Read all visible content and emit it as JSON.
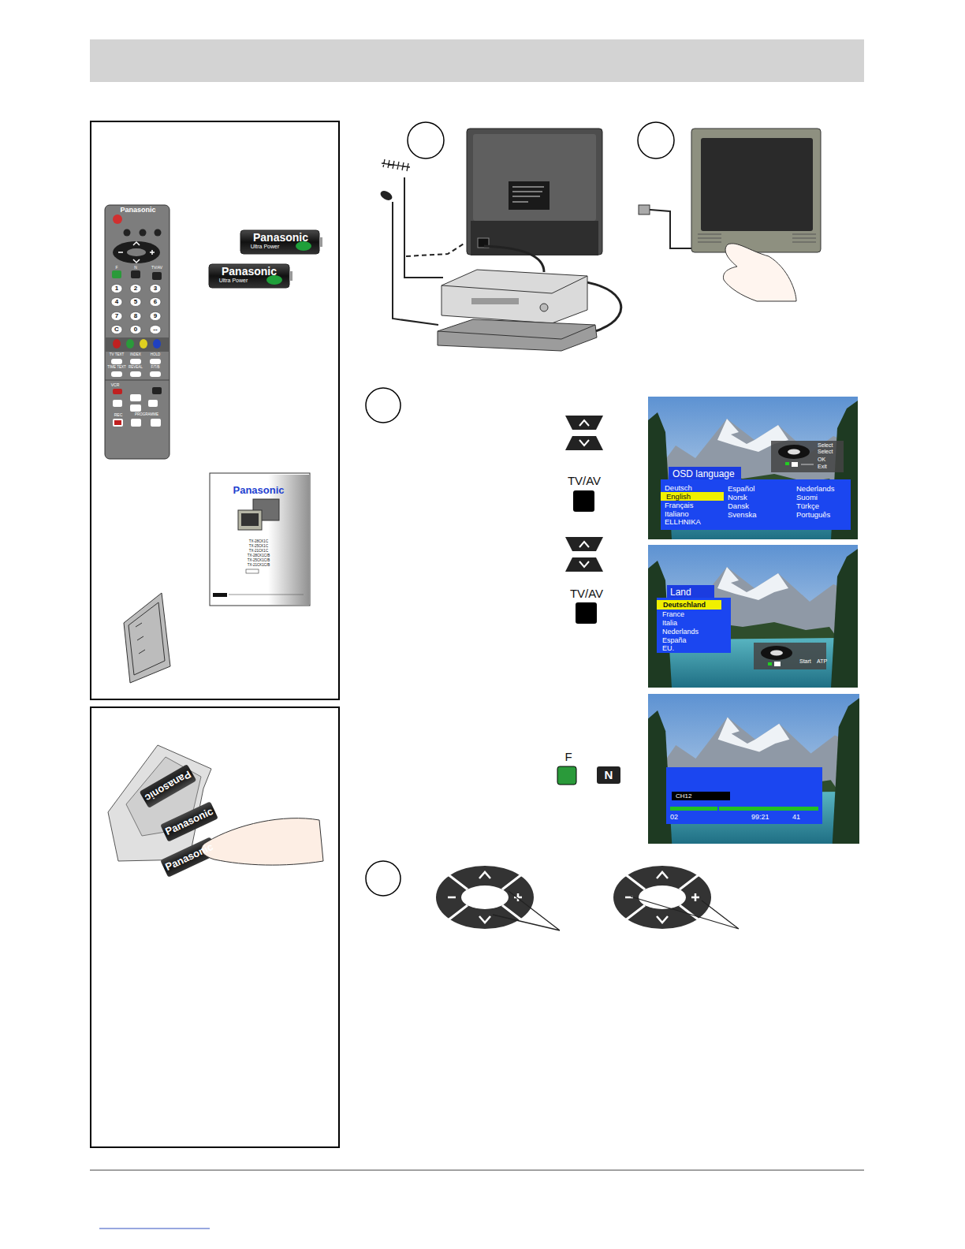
{
  "diagram": {
    "nodes": [
      {
        "text": [
          "OSD language",
          "Deutsch",
          "English",
          "Français",
          "Italiano",
          "ELLHNIKA",
          "Español",
          "Norsk",
          "Dansk",
          "Svenska",
          "Nederlands",
          "Suomi",
          "Türkçe",
          "Português"
        ]
      },
      {
        "text": [
          "Land",
          "Deutschland",
          "France",
          "Italia",
          "Nederlands",
          "España",
          "EU."
        ]
      },
      {
        "text": [
          "CH12",
          "02",
          "99:21",
          "41"
        ]
      },
      {
        "text": [
          "Select",
          "Select",
          "OK",
          "Exit"
        ]
      },
      {
        "text": [
          "Start",
          "ATP"
        ]
      }
    ],
    "labels": [
      "Panasonic",
      "TV/AV",
      "F",
      "N",
      "1",
      "2",
      "3",
      "4",
      "5",
      "6",
      "7",
      "8",
      "9",
      "C",
      "0",
      "--",
      "TV TEXT",
      "INDEX",
      "HOLD",
      "TIME TEXT",
      "REVEAL",
      "F/T/B",
      "VCR",
      "REC",
      "PROGRAMME",
      "Panasonic",
      "Ultra Power",
      "Panasonic",
      "Ultra Power",
      "Panasonic",
      "TX-28CK1C",
      "TX-25CK1C",
      "TX-21CK1C",
      "TX-28CK1C/B",
      "TX-25CK1C/B",
      "TX-21CK1C/B",
      "Panasonic",
      "Panasonic",
      "Panasonic",
      "TV/AV",
      "TV/AV",
      "F",
      "N"
    ]
  }
}
